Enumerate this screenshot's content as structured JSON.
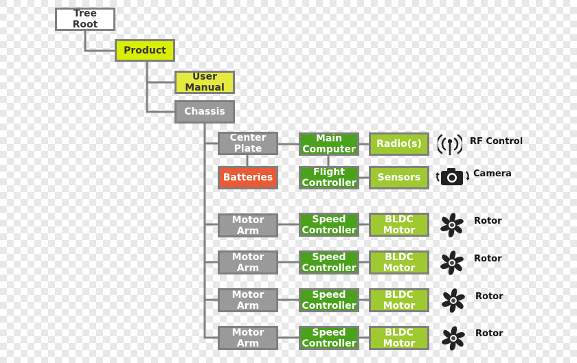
{
  "nodes": {
    "tree_root": "Tree\nRoot",
    "product": "Product",
    "user_manual": "User\nManual",
    "chassis": "Chassis",
    "center_plate": "Center\nPlate",
    "batteries": "Batteries",
    "main_computer": "Main\nComputer",
    "flight_controller": "Flight\nController",
    "radios": "Radio(s)",
    "sensors": "Sensors",
    "motor_arms": [
      {
        "arm": "Motor\nArm",
        "esc": "Speed\nController",
        "motor": "BLDC\nMotor",
        "rotor": "Rotor"
      },
      {
        "arm": "Motor\nArm",
        "esc": "Speed\nController",
        "motor": "BLDC\nMotor",
        "rotor": "Rotor"
      },
      {
        "arm": "Motor\nArm",
        "esc": "Speed\nController",
        "motor": "BLDC\nMotor",
        "rotor": "Rotor"
      },
      {
        "arm": "Motor\nArm",
        "esc": "Speed\nController",
        "motor": "BLDC\nMotor",
        "rotor": "Rotor"
      }
    ]
  },
  "peripherals": {
    "rf_control": "RF Control",
    "camera": "Camera"
  },
  "icons": {
    "radio": "radio-antenna-icon",
    "camera": "camera-icon",
    "rotor": "fan-rotor-icon"
  },
  "colors": {
    "root": "#ffffff",
    "product": "#d9ef00",
    "manual": "#e6ea3e",
    "structure": "#9a9a9a",
    "batteries": "#ea5a35",
    "electronics": "#4aa11c",
    "peripheral": "#9ec930",
    "connector": "#808080"
  }
}
